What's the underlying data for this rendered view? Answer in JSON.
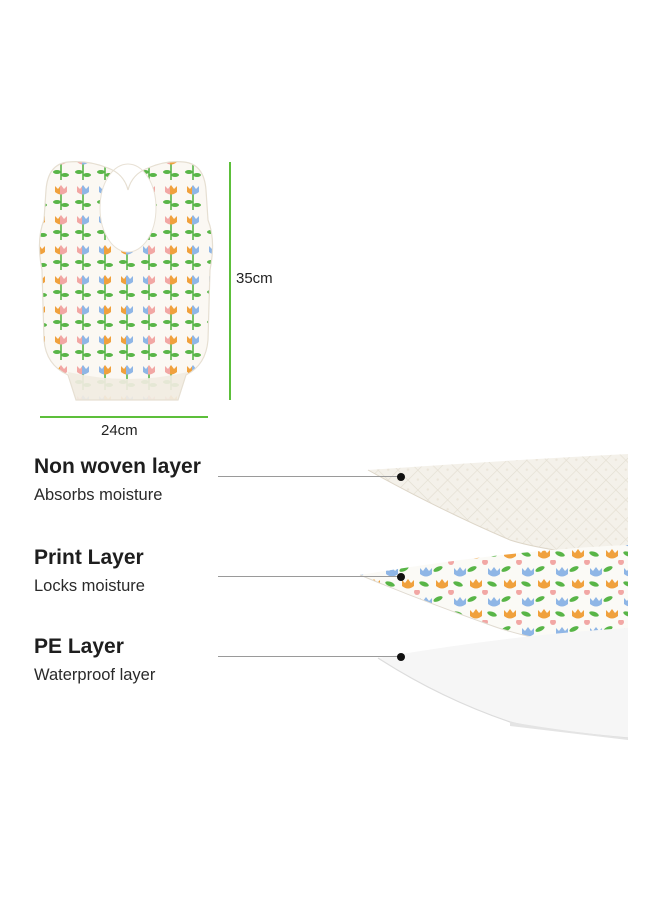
{
  "dimensions": {
    "height_label": "35cm",
    "width_label": "24cm"
  },
  "layers": [
    {
      "title": "Non woven layer",
      "subtitle": "Absorbs moisture"
    },
    {
      "title": "Print Layer",
      "subtitle": "Locks moisture"
    },
    {
      "title": "PE Layer",
      "subtitle": "Waterproof layer"
    }
  ],
  "colors": {
    "dimension_line": "#5cbf3a",
    "leader_line": "#9a9a9a",
    "tulip_blue": "#8fb6e6",
    "tulip_orange": "#f0a13d",
    "tulip_pink": "#f2a7a4",
    "leaf_green": "#58b547"
  },
  "icons": {
    "bib": "bib-illustration",
    "non_woven": "non-woven-sheet",
    "print": "printed-sheet",
    "pe": "pe-sheet"
  }
}
